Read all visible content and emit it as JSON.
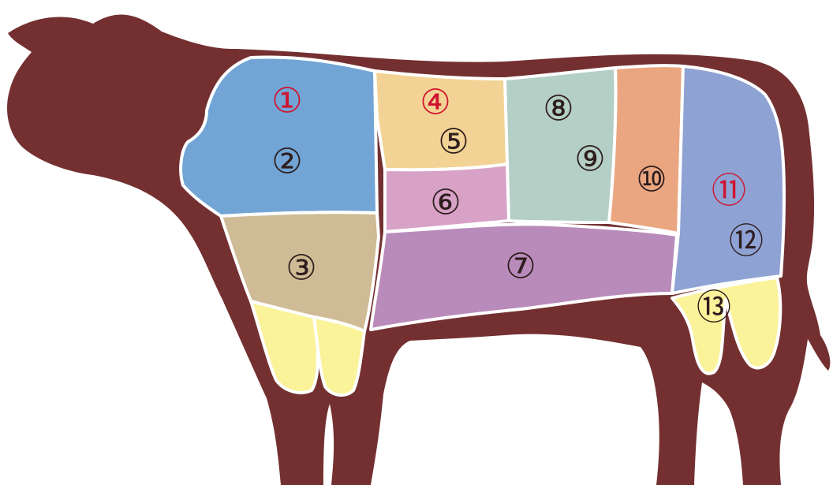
{
  "colors": {
    "silhouette": "#743031",
    "outline": "#ffffff",
    "number_default": "#2d1d1d",
    "number_highlight": "#d0142f"
  },
  "cuts": [
    {
      "id": "cut-1",
      "label": "①",
      "color": "#72a5d6",
      "highlight": true
    },
    {
      "id": "cut-2",
      "label": "②",
      "color": "#72a5d6",
      "highlight": false
    },
    {
      "id": "cut-3",
      "label": "③",
      "color": "#cfbb95",
      "highlight": false
    },
    {
      "id": "cut-4",
      "label": "④",
      "color": "#f2d395",
      "highlight": true
    },
    {
      "id": "cut-5",
      "label": "⑤",
      "color": "#f2d395",
      "highlight": false
    },
    {
      "id": "cut-6",
      "label": "⑥",
      "color": "#d8a1c6",
      "highlight": false
    },
    {
      "id": "cut-7",
      "label": "⑦",
      "color": "#b98bbb",
      "highlight": false
    },
    {
      "id": "cut-8",
      "label": "⑧",
      "color": "#b4cfc6",
      "highlight": false
    },
    {
      "id": "cut-9",
      "label": "⑨",
      "color": "#b4cfc6",
      "highlight": false
    },
    {
      "id": "cut-10",
      "label": "⑩",
      "color": "#eaa680",
      "highlight": false
    },
    {
      "id": "cut-11",
      "label": "⑪",
      "color": "#8fa2d4",
      "highlight": true
    },
    {
      "id": "cut-12",
      "label": "⑫",
      "color": "#8fa2d4",
      "highlight": false
    },
    {
      "id": "cut-13",
      "label": "⑬",
      "color": "#fbf39a",
      "highlight": false
    }
  ]
}
